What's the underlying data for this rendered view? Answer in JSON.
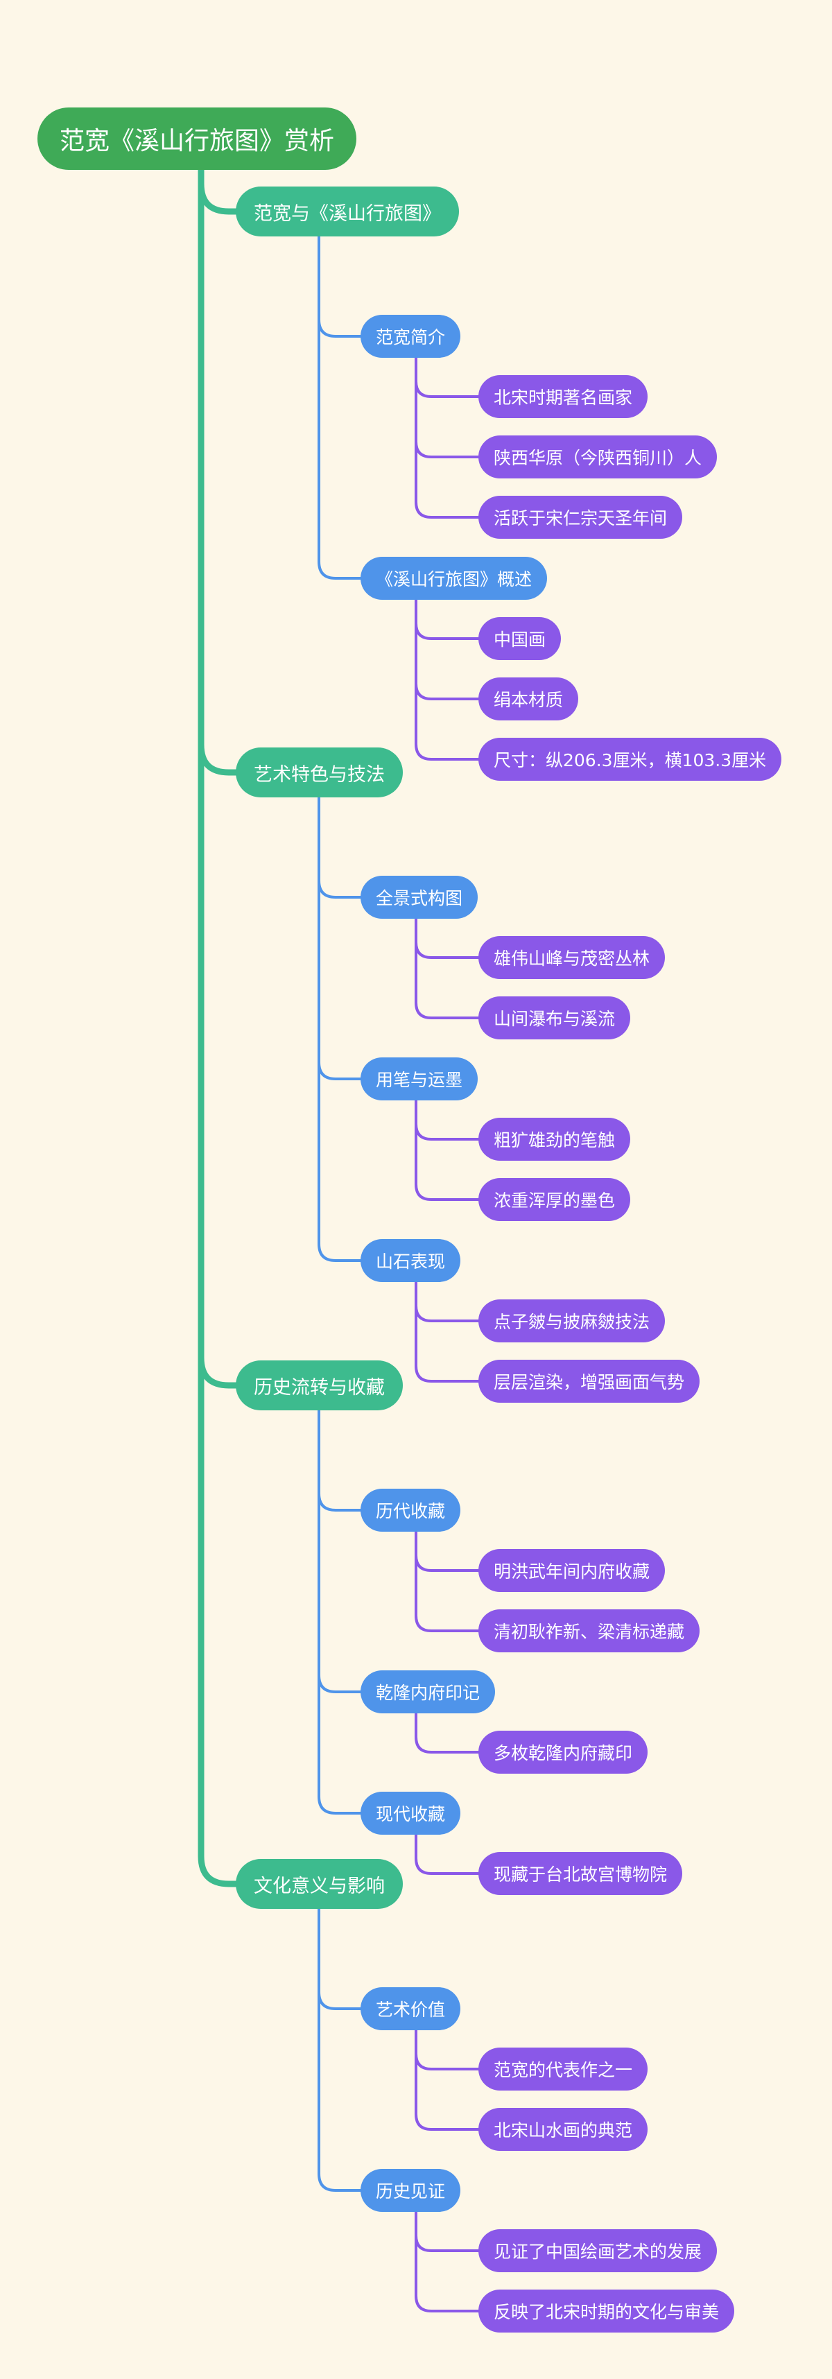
{
  "colors": {
    "background": "#fdf7e8",
    "root": "#3faa57",
    "level1": "#3dbb8e",
    "level2": "#4f94ea",
    "level3": "#8a58e8",
    "connector_root": "#3dbb8e",
    "connector_level1": "#4f94ea",
    "connector_level2": "#8a58e8"
  },
  "mindmap": {
    "root": "范宽《溪山行旅图》赏析",
    "branches": [
      {
        "label": "范宽与《溪山行旅图》",
        "children": [
          {
            "label": "范宽简介",
            "children": [
              "北宋时期著名画家",
              "陕西华原（今陕西铜川）人",
              "活跃于宋仁宗天圣年间"
            ]
          },
          {
            "label": "《溪山行旅图》概述",
            "children": [
              "中国画",
              "绢本材质",
              "尺寸：纵206.3厘米，横103.3厘米"
            ]
          }
        ]
      },
      {
        "label": "艺术特色与技法",
        "children": [
          {
            "label": "全景式构图",
            "children": [
              "雄伟山峰与茂密丛林",
              "山间瀑布与溪流"
            ]
          },
          {
            "label": "用笔与运墨",
            "children": [
              "粗犷雄劲的笔触",
              "浓重浑厚的墨色"
            ]
          },
          {
            "label": "山石表现",
            "children": [
              "点子皴与披麻皴技法",
              "层层渲染，增强画面气势"
            ]
          }
        ]
      },
      {
        "label": "历史流转与收藏",
        "children": [
          {
            "label": "历代收藏",
            "children": [
              "明洪武年间内府收藏",
              "清初耿祚新、梁清标递藏"
            ]
          },
          {
            "label": "乾隆内府印记",
            "children": [
              "多枚乾隆内府藏印"
            ]
          },
          {
            "label": "现代收藏",
            "children": [
              "现藏于台北故宫博物院"
            ]
          }
        ]
      },
      {
        "label": "文化意义与影响",
        "children": [
          {
            "label": "艺术价值",
            "children": [
              "范宽的代表作之一",
              "北宋山水画的典范"
            ]
          },
          {
            "label": "历史见证",
            "children": [
              "见证了中国绘画艺术的发展",
              "反映了北宋时期的文化与审美"
            ]
          }
        ]
      }
    ]
  }
}
